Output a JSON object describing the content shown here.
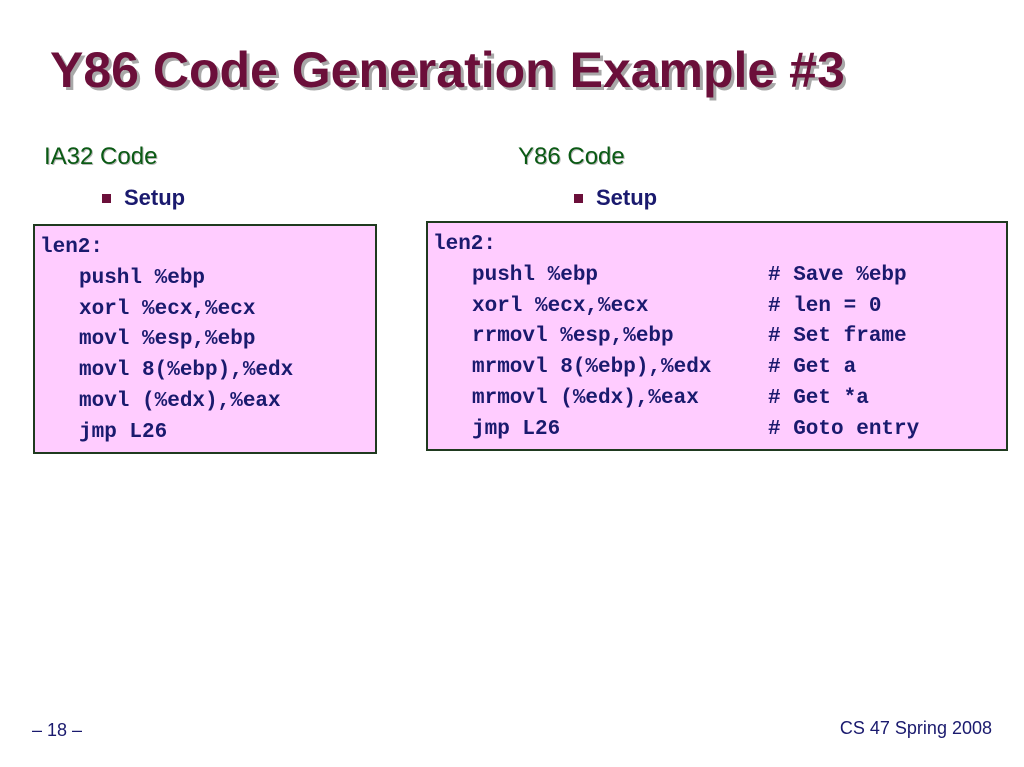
{
  "slide": {
    "title": "Y86 Code Generation Example #3"
  },
  "left": {
    "heading": "IA32 Code",
    "bullet": "Setup",
    "label": "len2:",
    "lines": [
      "pushl %ebp",
      "xorl %ecx,%ecx",
      "movl %esp,%ebp",
      "movl 8(%ebp),%edx",
      "movl (%edx),%eax",
      "jmp L26"
    ]
  },
  "right": {
    "heading": "Y86 Code",
    "bullet": "Setup",
    "label": "len2:",
    "lines": [
      {
        "code": "pushl %ebp",
        "comment": "# Save %ebp"
      },
      {
        "code": "xorl %ecx,%ecx",
        "comment": "# len = 0"
      },
      {
        "code": "rrmovl %esp,%ebp",
        "comment": "# Set frame"
      },
      {
        "code": "mrmovl 8(%ebp),%edx",
        "comment": "# Get a"
      },
      {
        "code": "mrmovl (%edx),%eax",
        "comment": "# Get *a"
      },
      {
        "code": "jmp L26",
        "comment": "# Goto entry"
      }
    ]
  },
  "footer": {
    "page": "– 18 –",
    "course": "CS 47 Spring 2008"
  },
  "colors": {
    "title": "#6b0f3a",
    "heading": "#0a5a14",
    "text": "#1a1a6e",
    "code_background": "#ffccff",
    "code_border": "#1f3a1f"
  }
}
